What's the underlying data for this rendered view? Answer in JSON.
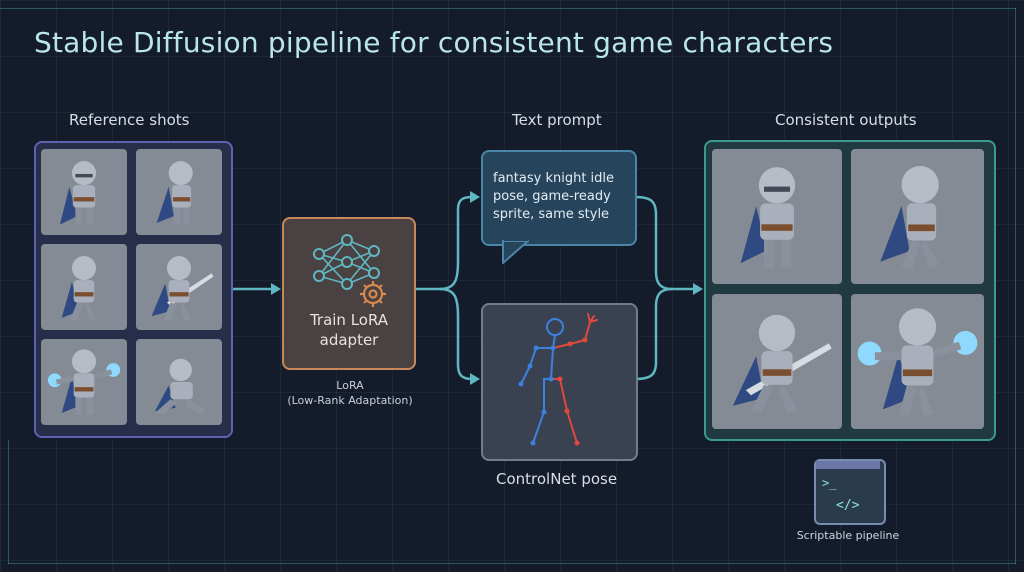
{
  "title": "Stable Diffusion pipeline for consistent game characters",
  "sections": {
    "reference": "Reference shots",
    "prompt": "Text prompt",
    "outputs": "Consistent outputs",
    "controlnet": "ControlNet pose"
  },
  "lora": {
    "label_line1": "Train LoRA",
    "label_line2": "adapter",
    "caption_line1": "LoRA",
    "caption_line2": "(Low-Rank Adaptation)"
  },
  "prompt": {
    "line1": "fantasy knight idle",
    "line2": "pose, game-ready",
    "line3": "sprite, same style"
  },
  "script": {
    "caption": "Scriptable pipeline",
    "glyph_prompt": ">_",
    "glyph_code": "</>"
  },
  "icons": [
    "neural-network-icon",
    "gear-icon",
    "terminal-icon",
    "knight-sprite",
    "pose-skeleton"
  ],
  "colors": {
    "background": "#141b2b",
    "title": "#b9e6e6",
    "reference_border": "#5d63b0",
    "lora_border": "#c8895a",
    "prompt_border": "#4a86a8",
    "outputs_border": "#3a9a8f",
    "arrow": "#5fb7c2",
    "pose_right": "#e0483b",
    "pose_left": "#3b82e0"
  }
}
